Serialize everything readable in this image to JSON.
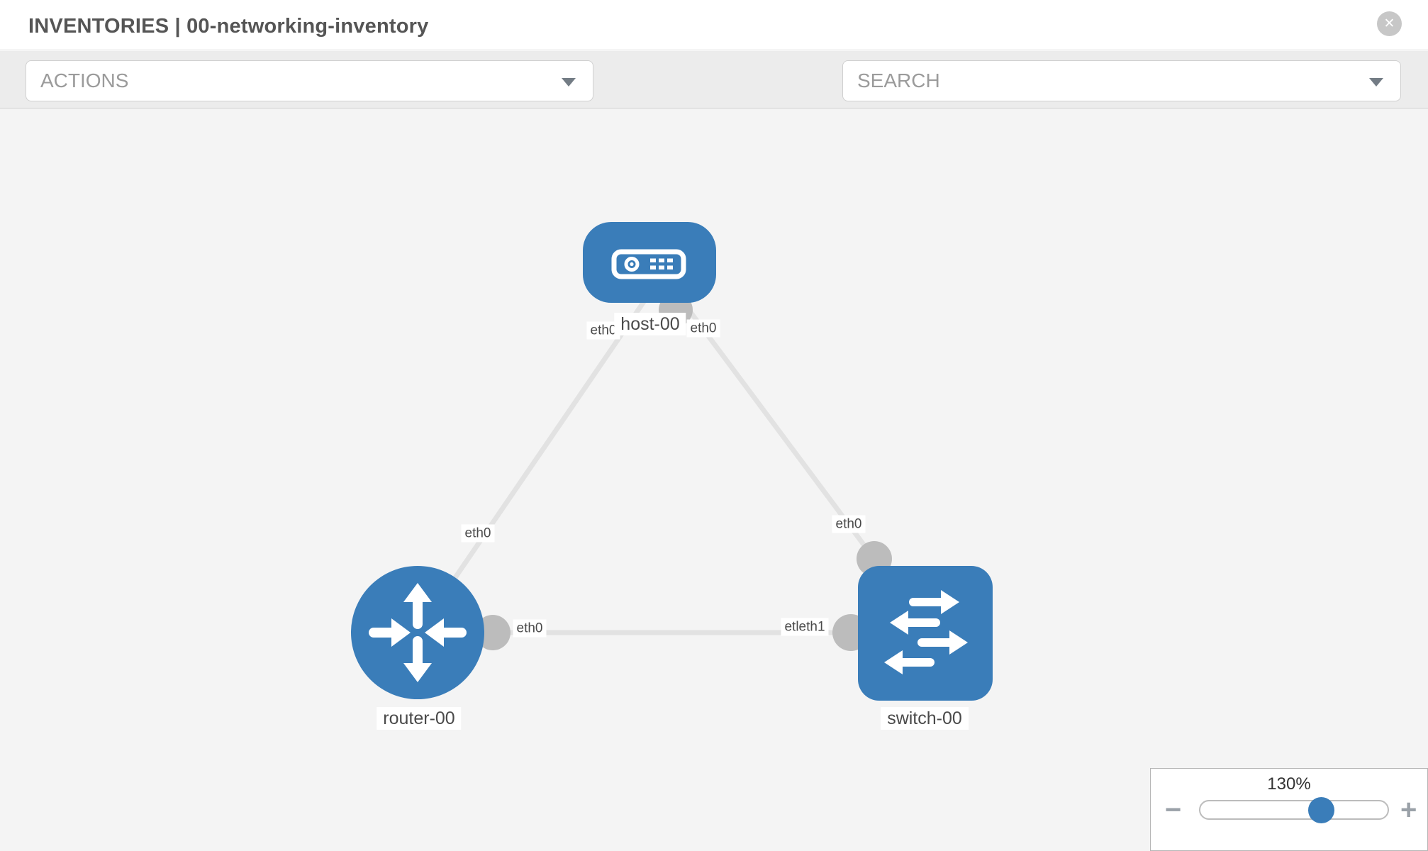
{
  "header": {
    "title": "INVENTORIES | 00-networking-inventory",
    "close_icon": "✕"
  },
  "toolbar": {
    "actions_label": "ACTIONS",
    "search_placeholder": "SEARCH"
  },
  "topology": {
    "nodes": [
      {
        "label": "host-00",
        "type": "host"
      },
      {
        "label": "router-00",
        "type": "router"
      },
      {
        "label": "switch-00",
        "type": "switch"
      }
    ],
    "links": [
      {
        "from": "router-00",
        "to": "host-00",
        "from_label": "eth0",
        "to_label": "eth0"
      },
      {
        "from": "host-00",
        "to": "switch-00",
        "from_label": "eth0",
        "to_label": "eth0"
      },
      {
        "from": "router-00",
        "to": "switch-00",
        "from_label": "eth0",
        "to_label": "etleth1"
      }
    ]
  },
  "zoom_control": {
    "level": "130%",
    "percent": 130,
    "minus": "−",
    "plus": "+"
  },
  "colors": {
    "node_blue": "#3a7db9",
    "link_gray": "#e2e2e2",
    "port_gray": "#bcbcbc",
    "thumb_blue": "#3a7db9",
    "close_gray": "#c7c7c7"
  }
}
